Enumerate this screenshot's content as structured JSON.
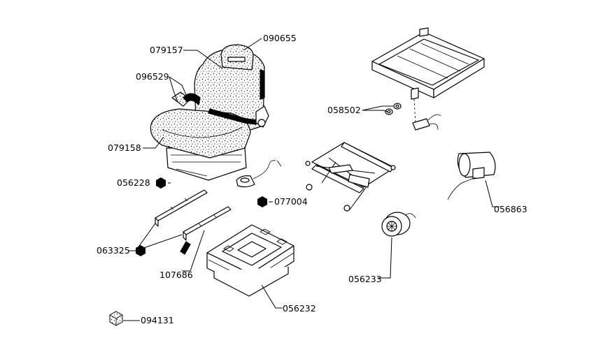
{
  "diagram": {
    "labels": {
      "p090655": "090655",
      "p079157": "079157",
      "p096529": "096529",
      "p079158": "079158",
      "p056228": "056228",
      "p058502": "058502",
      "p077004": "077004",
      "p056863": "056863",
      "p063325": "063325",
      "p107686": "107686",
      "p056233": "056233",
      "p056232": "056232",
      "p094131": "094131"
    }
  }
}
